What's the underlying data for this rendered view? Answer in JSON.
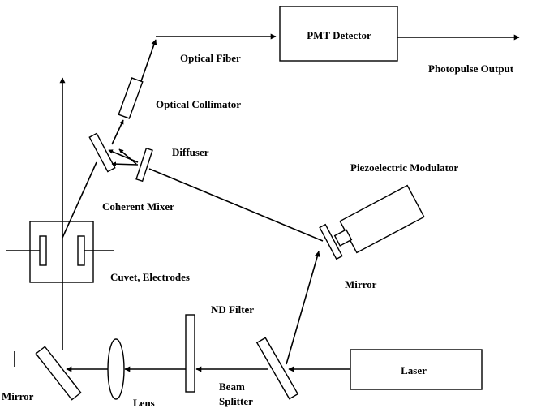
{
  "labels": {
    "pmt_detector": "PMT Detector",
    "photopulse_output": "Photopulse Output",
    "optical_fiber": "Optical Fiber",
    "optical_collimator": "Optical Collimator",
    "diffuser": "Diffuser",
    "piezoelectric_modulator": "Piezoelectric Modulator",
    "coherent_mixer": "Coherent Mixer",
    "cuvet_electrodes": "Cuvet, Electrodes",
    "mirror_right": "Mirror",
    "nd_filter": "ND Filter",
    "laser": "Laser",
    "beam": "Beam",
    "splitter": "Splitter",
    "lens": "Lens",
    "mirror_left": "Mirror"
  }
}
